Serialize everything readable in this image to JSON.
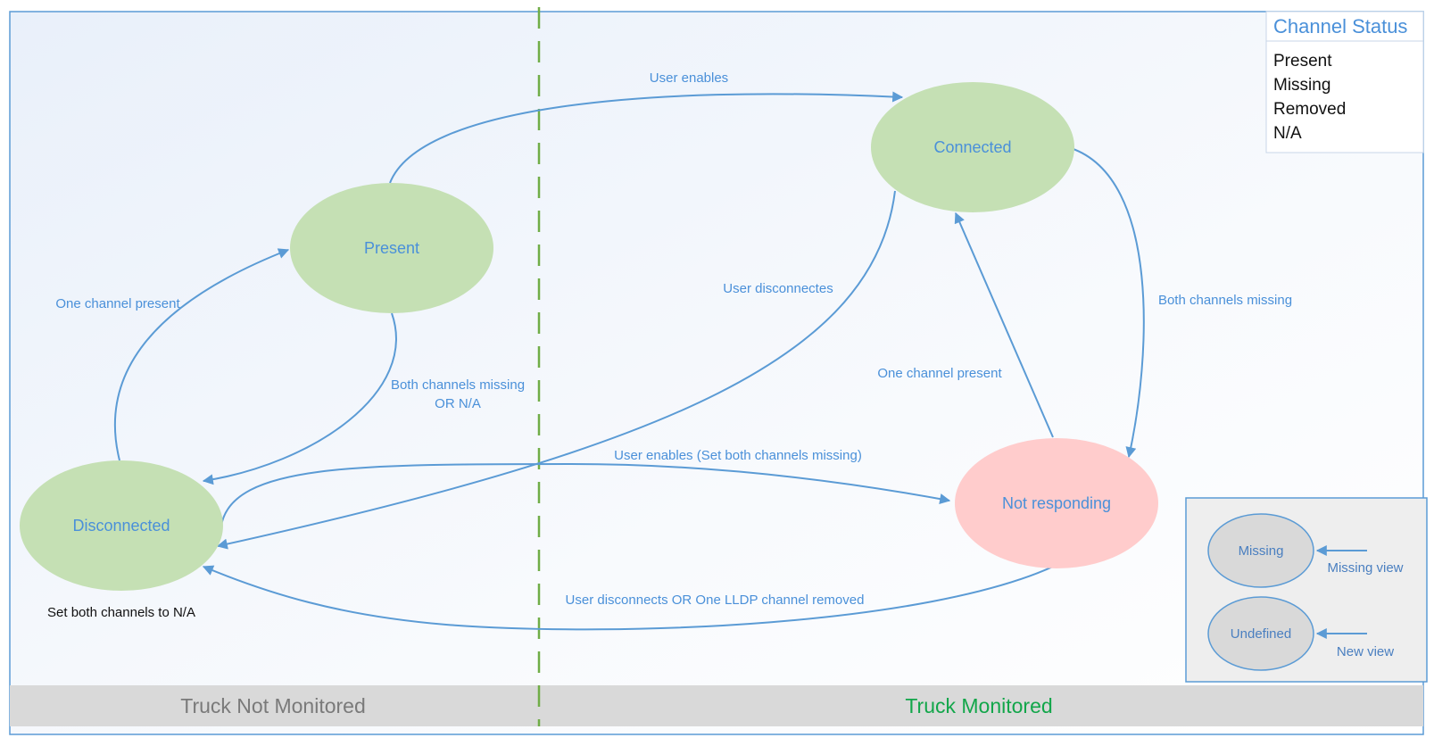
{
  "states": {
    "present": "Present",
    "connected": "Connected",
    "disconnected": "Disconnected",
    "not_responding": "Not responding"
  },
  "transitions": {
    "user_enables": "User enables",
    "one_channel_present_left": "One channel present",
    "both_missing_or_na_line1": "Both channels missing",
    "both_missing_or_na_line2": "OR N/A",
    "user_disconnectes": "User disconnectes",
    "both_channels_missing": "Both channels missing",
    "one_channel_present_right": "One channel present",
    "user_enables_set_missing": "User enables (Set both channels missing)",
    "user_disconnects_or_lldp": "User disconnects OR One LLDP channel removed"
  },
  "note_disconnected": "Set both channels to N/A",
  "channel_status": {
    "title": "Channel Status",
    "items": [
      "Present",
      "Missing",
      "Removed",
      "N/A"
    ]
  },
  "legend": {
    "missing": {
      "shape_label": "Missing",
      "caption": "Missing view"
    },
    "undefined": {
      "shape_label": "Undefined",
      "caption": "New view"
    }
  },
  "footer": {
    "left": "Truck Not Monitored",
    "right": "Truck Monitored"
  },
  "colors": {
    "state_green": "#c5e0b4",
    "state_red": "#ffcccc",
    "arrow_blue": "#5b9bd5",
    "divider_green": "#70ad47",
    "footer_gray": "#d9d9d9"
  }
}
